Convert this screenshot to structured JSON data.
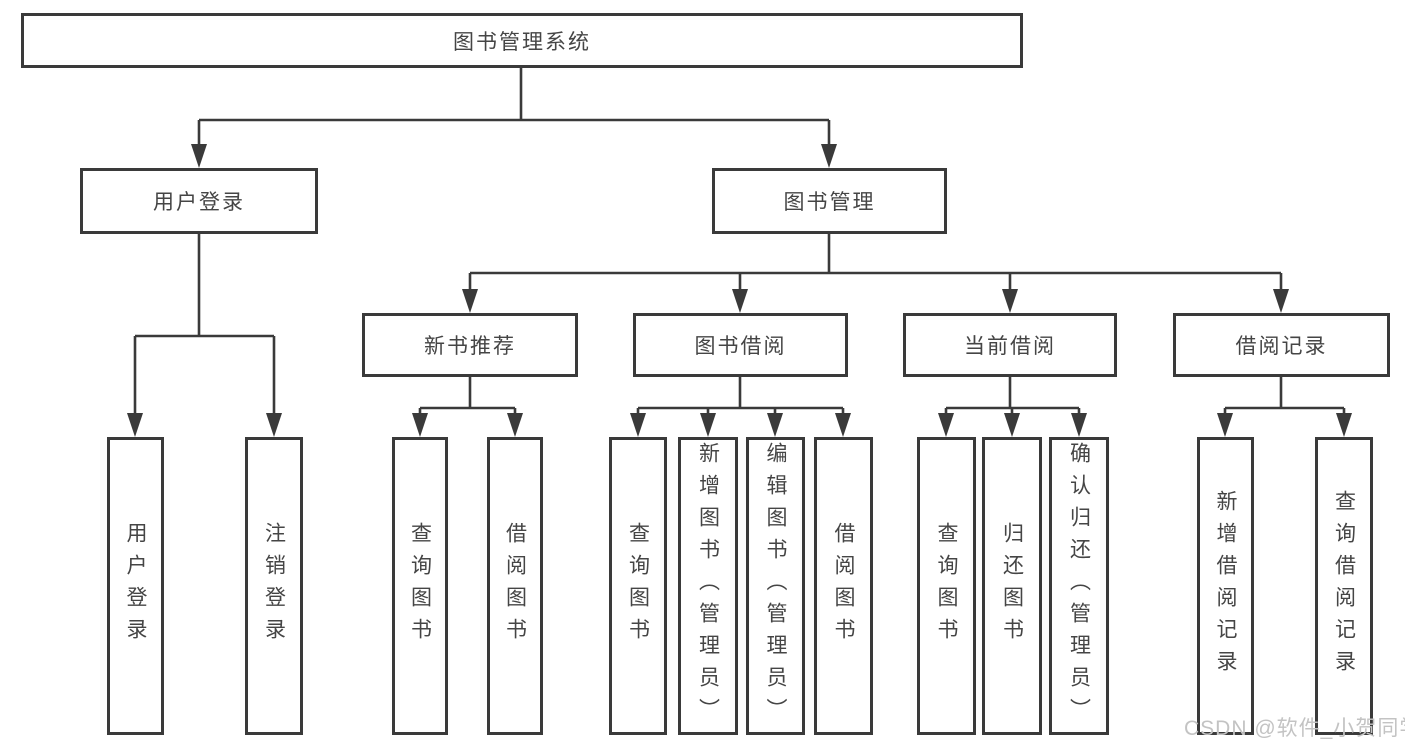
{
  "diagram_type": "hierarchy-tree",
  "colors": {
    "line": "#3a3a3a",
    "box_border": "#3a3a3a",
    "text": "#454545",
    "watermark": "#c3c3c3",
    "background": "#ffffff"
  },
  "tree": {
    "root": {
      "label": "图书管理系统",
      "children": [
        {
          "label": "用户登录",
          "children": [
            {
              "label": "用户登录"
            },
            {
              "label": "注销登录"
            }
          ]
        },
        {
          "label": "图书管理",
          "children": [
            {
              "label": "新书推荐",
              "children": [
                {
                  "label": "查询图书"
                },
                {
                  "label": "借阅图书"
                }
              ]
            },
            {
              "label": "图书借阅",
              "children": [
                {
                  "label": "查询图书"
                },
                {
                  "label": "新增图书（管理员）"
                },
                {
                  "label": "编辑图书（管理员）"
                },
                {
                  "label": "借阅图书"
                }
              ]
            },
            {
              "label": "当前借阅",
              "children": [
                {
                  "label": "查询图书"
                },
                {
                  "label": "归还图书"
                },
                {
                  "label": "确认归还（管理员）"
                }
              ]
            },
            {
              "label": "借阅记录",
              "children": [
                {
                  "label": "新增借阅记录"
                },
                {
                  "label": "查询借阅记录"
                }
              ]
            }
          ]
        }
      ]
    }
  },
  "watermark": {
    "text": "CSDN @软件_小贺同学"
  }
}
